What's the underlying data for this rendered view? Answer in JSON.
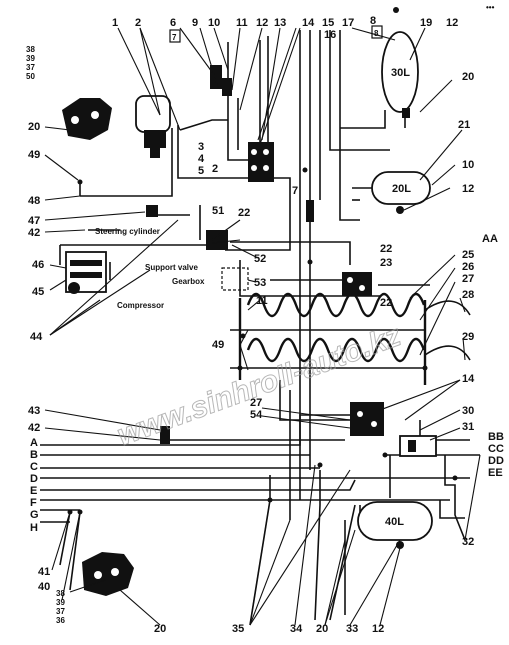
{
  "corner_mark": "•••",
  "watermark": "www.sinhroll-auto.kz",
  "tanks": [
    {
      "id": "tank-30l",
      "label": "30L"
    },
    {
      "id": "tank-20l",
      "label": "20L"
    },
    {
      "id": "tank-40l",
      "label": "40L"
    }
  ],
  "component_labels": {
    "steering_cylinder": "Steering cylinder",
    "support_valve": "Support valve",
    "gearbox": "Gearbox",
    "compressor": "Compressor"
  },
  "line_labels_left": [
    "A",
    "B",
    "C",
    "D",
    "E",
    "F",
    "G",
    "H"
  ],
  "line_labels_right": [
    "AA",
    "BB",
    "CC",
    "DD",
    "EE"
  ],
  "callouts": {
    "top": [
      "1",
      "2",
      "6",
      "9",
      "10",
      "11",
      "12",
      "13",
      "14",
      "15",
      "16",
      "17",
      "8",
      "19",
      "12"
    ],
    "top_boxes": [
      "7",
      "8"
    ],
    "left_stack_top": [
      "38",
      "39",
      "37",
      "50"
    ],
    "left_stack_bottom": [
      "38",
      "39",
      "37",
      "36"
    ],
    "numbers": {
      "n20a": "20",
      "n49": "49",
      "n48": "48",
      "n47": "47",
      "n42a": "42",
      "n46": "46",
      "n45": "45",
      "n44": "44",
      "n43": "43",
      "n42b": "42",
      "n41": "41",
      "n40": "40",
      "n20b": "20",
      "n35": "35",
      "n34": "34",
      "n20c": "20",
      "n33": "33",
      "n12c": "12",
      "n32": "32",
      "n31": "31",
      "n30": "30",
      "n14b": "14",
      "n29": "29",
      "n28": "28",
      "n27a": "27",
      "n26": "26",
      "n25": "25",
      "n23": "23",
      "n22a": "22",
      "n22b": "22",
      "n22c": "22",
      "n21": "21",
      "n10b": "10",
      "n12b": "12",
      "n20d": "20",
      "n3": "3",
      "n4": "4",
      "n5": "5",
      "n2b": "2",
      "n7": "7",
      "n51": "51",
      "n52": "52",
      "n53": "53",
      "n11b": "11",
      "n49b": "49",
      "n27b": "27",
      "n54": "54"
    }
  }
}
